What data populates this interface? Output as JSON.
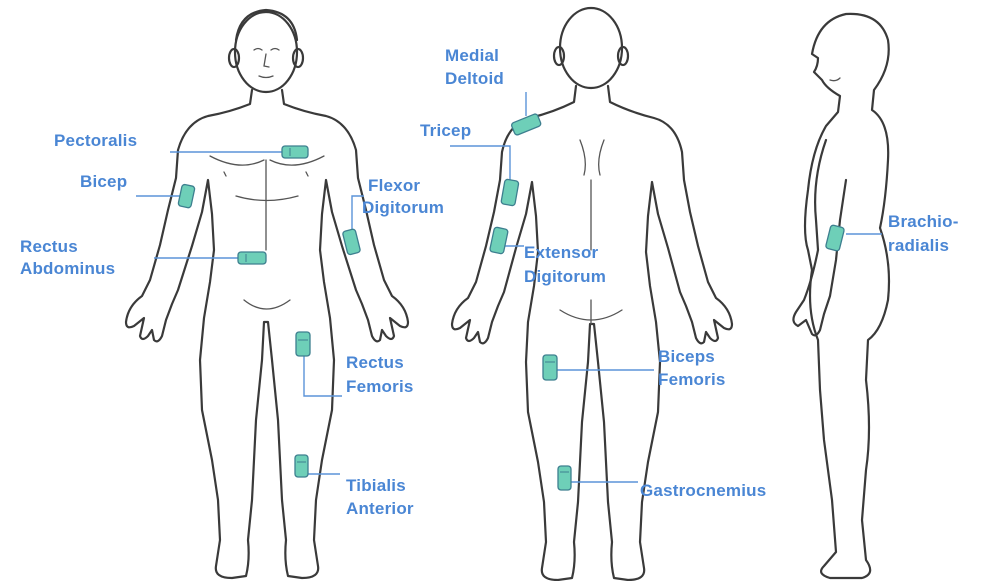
{
  "diagram": {
    "labels": {
      "pectoralis": "Pectoralis",
      "bicep": "Bicep",
      "rectus_abdominus_1": "Rectus",
      "rectus_abdominus_2": "Abdominus",
      "flexor_digitorum_1": "Flexor",
      "flexor_digitorum_2": "Digitorum",
      "rectus_femoris_1": "Rectus",
      "rectus_femoris_2": "Femoris",
      "tibialis_anterior_1": "Tibialis",
      "tibialis_anterior_2": "Anterior",
      "medial_deltoid_1": "Medial",
      "medial_deltoid_2": "Deltoid",
      "tricep": "Tricep",
      "extensor_digitorum_1": "Extensor",
      "extensor_digitorum_2": "Digitorum",
      "biceps_femoris_1": "Biceps",
      "biceps_femoris_2": "Femoris",
      "gastrocnemius": "Gastrocnemius",
      "brachioradialis_1": "Brachio-",
      "brachioradialis_2": "radialis"
    },
    "colors": {
      "label": "#4a86d4",
      "sensor_fill": "#6ecfb8",
      "outline": "#3a3a3a"
    }
  }
}
